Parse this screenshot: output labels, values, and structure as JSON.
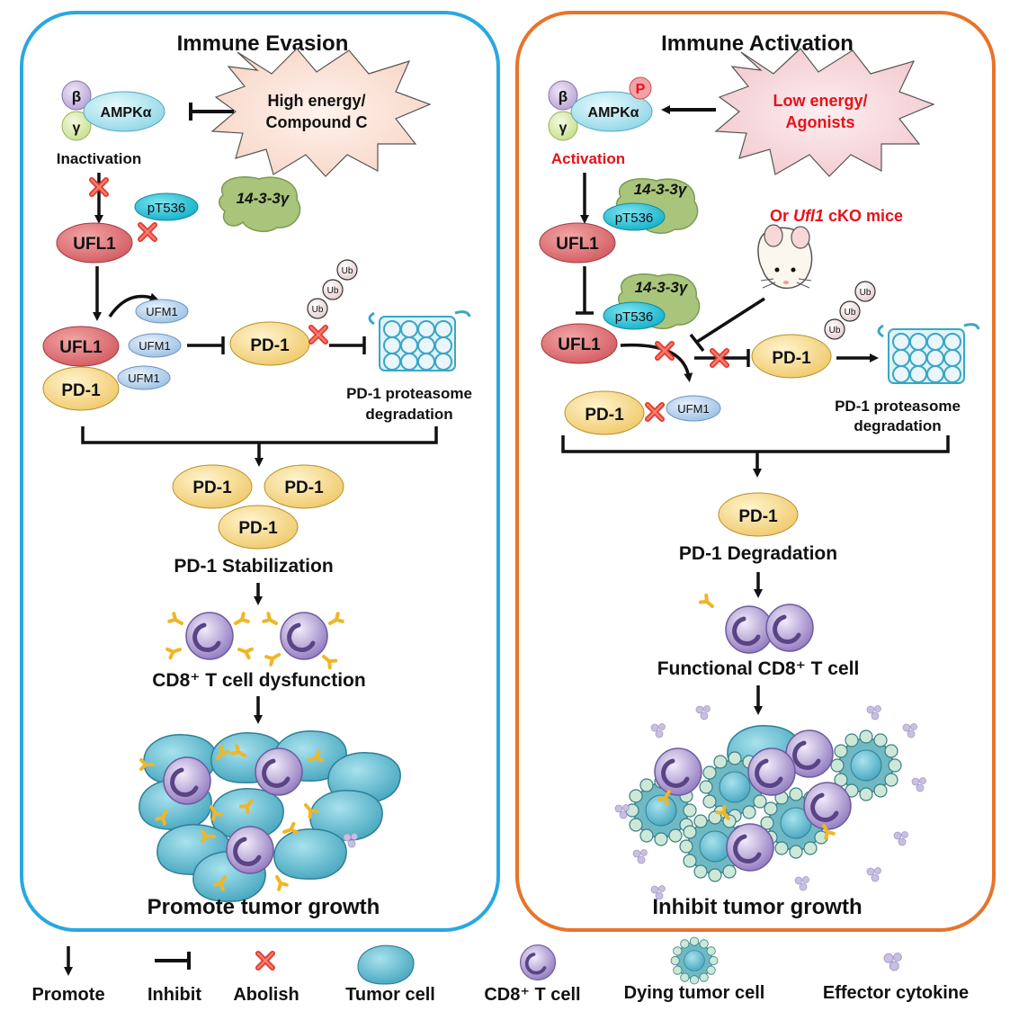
{
  "left_panel": {
    "title": "Immune Evasion",
    "signal_text_line1": "High energy/",
    "signal_text_line2": "Compound C",
    "ampk_beta": "β",
    "ampk_gamma": "γ",
    "ampk_alpha": "AMPKα",
    "state_label": "Inactivation",
    "pt536": "pT536",
    "protein_1433": "14-3-3γ",
    "ufl1": "UFL1",
    "ufm1": "UFM1",
    "pd1": "PD-1",
    "ub": "Ub",
    "degradation_line1": "PD-1 proteasome",
    "degradation_line2": "degradation",
    "stabilization_label": "PD-1 Stabilization",
    "tcell_label": "CD8⁺ T cell dysfunction",
    "outcome": "Promote tumor growth"
  },
  "right_panel": {
    "title": "Immune Activation",
    "signal_text_line1": "Low energy/",
    "signal_text_line2": "Agonists",
    "ampk_beta": "β",
    "ampk_gamma": "γ",
    "ampk_alpha": "AMPKα",
    "phospho": "P",
    "state_label": "Activation",
    "pt536": "pT536",
    "protein_1433": "14-3-3γ",
    "ufl1": "UFL1",
    "ufm1": "UFM1",
    "pd1": "PD-1",
    "ub": "Ub",
    "mice_prefix": "Or ",
    "mice_gene": "Ufl1",
    "mice_suffix": " cKO mice",
    "degradation_line1": "PD-1 proteasome",
    "degradation_line2": "degradation",
    "degradation_label": "PD-1 Degradation",
    "tcell_label": "Functional CD8⁺ T cell",
    "outcome": "Inhibit tumor growth"
  },
  "legend": [
    {
      "label": "Promote",
      "icon": "arrow-icon"
    },
    {
      "label": "Inhibit",
      "icon": "inhibit-icon"
    },
    {
      "label": "Abolish",
      "icon": "red-x-icon"
    },
    {
      "label": "Tumor cell",
      "icon": "tumor-cell-icon"
    },
    {
      "label": "CD8⁺ T cell",
      "icon": "t-cell-icon"
    },
    {
      "label": "Dying tumor cell",
      "icon": "dying-tumor-cell-icon"
    },
    {
      "label": "Effector cytokine",
      "icon": "cytokine-icon"
    }
  ],
  "colors": {
    "left_border": "#29a8e0",
    "right_border": "#e8742a",
    "ufl1_fill": "#d9686c",
    "pd1_fill": "#f5d98a",
    "ufm1_fill": "#bcd6ee",
    "pt536_fill": "#27c1d6",
    "protein_1433_fill": "#a6c37a",
    "ampk_alpha_fill": "#a9e2ee",
    "ampk_beta_fill": "#c9b7dc",
    "ampk_gamma_fill": "#d7e9a6",
    "ub_fill": "#f3e4e4",
    "tumor_fill": "#4fb3c9",
    "tcell_fill": "#9b86c4",
    "cytokine_fill": "#c9c0e0",
    "red_x": "#e2392f",
    "red_text": "#e8101a",
    "starburst_fill": "#fbe0d7"
  }
}
